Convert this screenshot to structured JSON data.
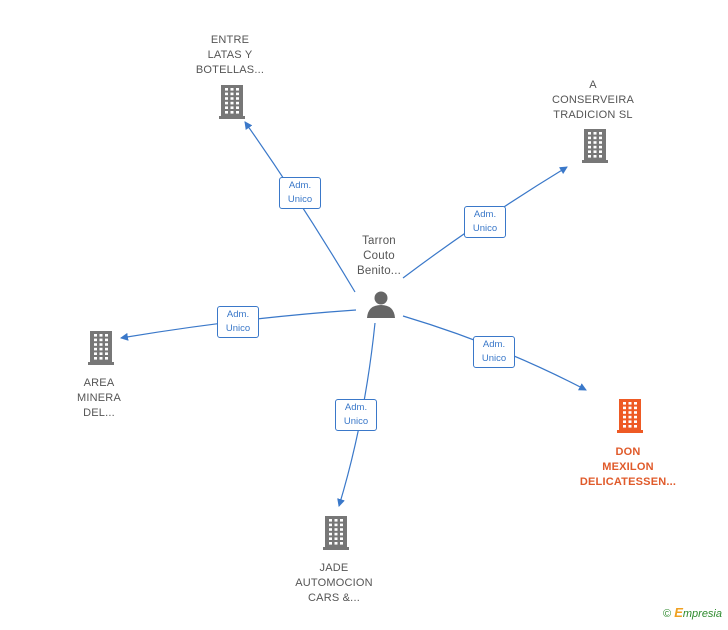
{
  "center": {
    "lines": [
      "Tarron",
      "Couto",
      "Benito..."
    ]
  },
  "nodes": [
    {
      "id": "entre-latas",
      "lines": [
        "ENTRE",
        "LATAS Y",
        "BOTELLAS..."
      ],
      "highlight": false
    },
    {
      "id": "a-conserveira",
      "lines": [
        "A",
        "CONSERVEIRA",
        "TRADICION SL"
      ],
      "highlight": false
    },
    {
      "id": "area-minera",
      "lines": [
        "AREA",
        "MINERA",
        "DEL..."
      ],
      "highlight": false
    },
    {
      "id": "jade-automocion",
      "lines": [
        "JADE",
        "AUTOMOCION",
        "CARS &..."
      ],
      "highlight": false
    },
    {
      "id": "don-mexilon",
      "lines": [
        "DON",
        "MEXILON",
        "DELICATESSEN..."
      ],
      "highlight": true
    }
  ],
  "edges": [
    {
      "to": "entre-latas",
      "lines": [
        "Adm.",
        "Unico"
      ]
    },
    {
      "to": "a-conserveira",
      "lines": [
        "Adm.",
        "Unico"
      ]
    },
    {
      "to": "area-minera",
      "lines": [
        "Adm.",
        "Unico"
      ]
    },
    {
      "to": "jade-automocion",
      "lines": [
        "Adm.",
        "Unico"
      ]
    },
    {
      "to": "don-mexilon",
      "lines": [
        "Adm.",
        "Unico"
      ]
    }
  ],
  "colors": {
    "edge": "#3a78c9",
    "building": "#777777",
    "building_highlight": "#ee5a24",
    "person": "#666666"
  },
  "footer": {
    "copyright": "©",
    "brand_first": "E",
    "brand_rest": "mpresia"
  }
}
